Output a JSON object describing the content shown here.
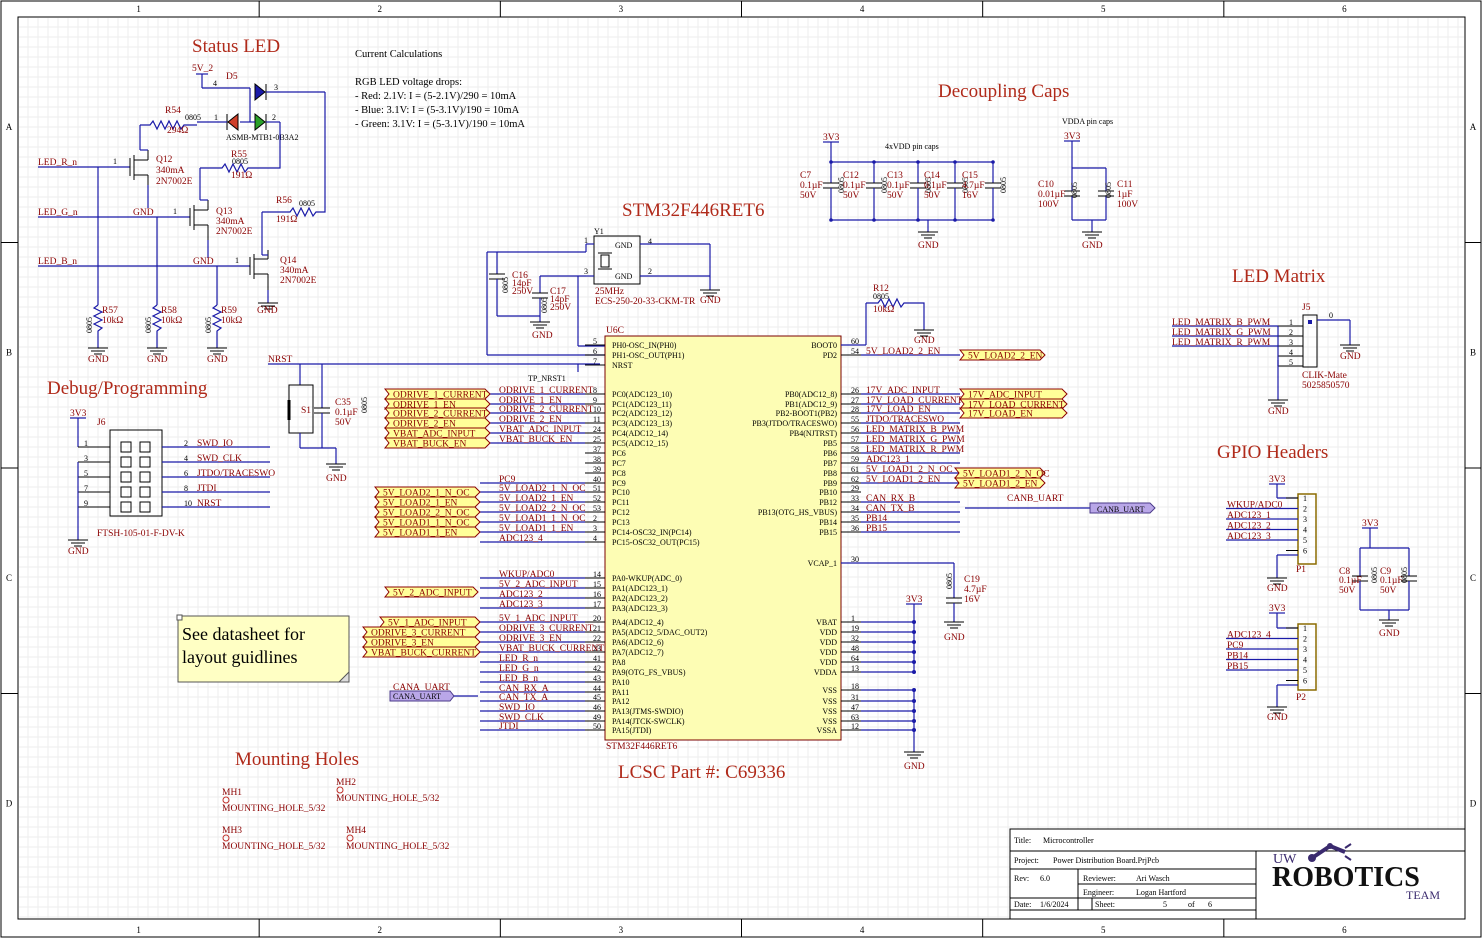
{
  "sections": {
    "status_led": "Status LED",
    "debug": "Debug/Programming",
    "decoupling": "Decoupling Caps",
    "mcu": "STM32F446RET6",
    "led_matrix": "LED Matrix",
    "gpio": "GPIO Headers",
    "mounting": "Mounting Holes",
    "lcsc": "LCSC Part #: C69336"
  },
  "notes": {
    "calc_title": "Current Calculations",
    "calc_lines": [
      "RGB LED voltage drops:",
      "- Red: 2.1V: I = (5-2.1V)/290 = 10mA",
      "- Blue: 3.1V: I = (5-3.1V)/190 = 10mA",
      "- Green: 3.1V: I = (5-3.1V)/190 = 10mA"
    ],
    "datasheet_lines": [
      "See datasheet for",
      "layout guidlines"
    ],
    "vdd_caps": "4xVDD pin caps",
    "vdda_caps": "VDDA pin caps"
  },
  "border": {
    "cols": [
      "1",
      "2",
      "3",
      "4",
      "5",
      "6"
    ],
    "rows": [
      "A",
      "B",
      "C",
      "D"
    ]
  },
  "status_led": {
    "nets": [
      "5V_2",
      "LED_R_n",
      "LED_G_n",
      "LED_B_n",
      "GND",
      "GND",
      "GND",
      "GND",
      "GND",
      "GND"
    ],
    "parts": [
      {
        "ref": "D5",
        "val": "ASMB-MTB1-0B3A2"
      },
      {
        "ref": "R54",
        "val": "294Ω",
        "pkg": "0805"
      },
      {
        "ref": "R55",
        "val": "191Ω",
        "pkg": "0805"
      },
      {
        "ref": "R56",
        "val": "191Ω",
        "pkg": "0805"
      },
      {
        "ref": "Q12",
        "val": "340mA",
        "val2": "2N7002E"
      },
      {
        "ref": "Q13",
        "val": "340mA",
        "val2": "2N7002E"
      },
      {
        "ref": "Q14",
        "val": "340mA",
        "val2": "2N7002E"
      },
      {
        "ref": "R57",
        "val": "10kΩ",
        "pkg": "0805"
      },
      {
        "ref": "R58",
        "val": "10kΩ",
        "pkg": "0805"
      },
      {
        "ref": "R59",
        "val": "10kΩ",
        "pkg": "0805"
      }
    ]
  },
  "debug": {
    "ref": "J6",
    "val": "FTSH-105-01-F-DV-K",
    "power": "3V3",
    "gnd": "GND",
    "left_pins": [
      "1",
      "3",
      "5",
      "7",
      "9"
    ],
    "right_pins": [
      "2",
      "4",
      "6",
      "8",
      "10"
    ],
    "right_nets": [
      "SWD_IO",
      "SWD_CLK",
      "JTDO/TRACESWO",
      "JTDI",
      "NRST"
    ]
  },
  "reset": {
    "nrst": "NRST",
    "tp": "TP_NRST1",
    "s1": "S1",
    "c35": {
      "ref": "C35",
      "val": "0.1µF",
      "v": "50V",
      "pkg": "0805"
    },
    "gnd": "GND"
  },
  "crystal": {
    "ref": "Y1",
    "val": "25MHz",
    "part": "ECS-250-20-33-CKM-TR",
    "pins": [
      "1",
      "GND",
      "4",
      "3",
      "GND",
      "2"
    ],
    "c16": {
      "ref": "C16",
      "val": "14pF",
      "v": "250V",
      "pkg": "0805"
    },
    "c17": {
      "ref": "C17",
      "val": "14pF",
      "v": "250V",
      "pkg": "0805"
    },
    "gnd": "GND"
  },
  "mcu": {
    "ref": "U6C",
    "part": "STM32F446RET6",
    "left": [
      {
        "pin": "5",
        "name": "PH0-OSC_IN(PH0)",
        "net": ""
      },
      {
        "pin": "6",
        "name": "PH1-OSC_OUT(PH1)",
        "net": ""
      },
      {
        "pin": "7",
        "name": "NRST",
        "net": ""
      },
      {
        "pin": "8",
        "name": "PC0(ADC123_10)",
        "net": "ODRIVE_1_CURRENT"
      },
      {
        "pin": "9",
        "name": "PC1(ADC123_11)",
        "net": "ODRIVE_1_EN"
      },
      {
        "pin": "10",
        "name": "PC2(ADC123_12)",
        "net": "ODRIVE_2_CURRENT"
      },
      {
        "pin": "11",
        "name": "PC3(ADC123_13)",
        "net": "ODRIVE_2_EN"
      },
      {
        "pin": "24",
        "name": "PC4(ADC12_14)",
        "net": "VBAT_ADC_INPUT"
      },
      {
        "pin": "25",
        "name": "PC5(ADC12_15)",
        "net": "VBAT_BUCK_EN"
      },
      {
        "pin": "37",
        "name": "PC6",
        "net": ""
      },
      {
        "pin": "38",
        "name": "PC7",
        "net": ""
      },
      {
        "pin": "39",
        "name": "PC8",
        "net": ""
      },
      {
        "pin": "40",
        "name": "PC9",
        "net": "PC9"
      },
      {
        "pin": "51",
        "name": "PC10",
        "net": "5V_LOAD2_1_N_OC"
      },
      {
        "pin": "52",
        "name": "PC11",
        "net": "5V_LOAD2_1_EN"
      },
      {
        "pin": "53",
        "name": "PC12",
        "net": "5V_LOAD2_2_N_OC"
      },
      {
        "pin": "2",
        "name": "PC13",
        "net": "5V_LOAD1_1_N_OC"
      },
      {
        "pin": "3",
        "name": "PC14-OSC32_IN(PC14)",
        "net": "5V_LOAD1_1_EN"
      },
      {
        "pin": "4",
        "name": "PC15-OSC32_OUT(PC15)",
        "net": "ADC123_4"
      },
      {
        "pin": "14",
        "name": "PA0-WKUP(ADC_0)",
        "net": "WKUP/ADC0"
      },
      {
        "pin": "15",
        "name": "PA1(ADC123_1)",
        "net": "5V_2_ADC_INPUT"
      },
      {
        "pin": "16",
        "name": "PA2(ADC123_2)",
        "net": "ADC123_2"
      },
      {
        "pin": "17",
        "name": "PA3(ADC123_3)",
        "net": "ADC123_3"
      },
      {
        "pin": "20",
        "name": "PA4(ADC12_4)",
        "net": "5V_1_ADC_INPUT"
      },
      {
        "pin": "21",
        "name": "PA5(ADC12_5/DAC_OUT2)",
        "net": "ODRIVE_3_CURRENT"
      },
      {
        "pin": "22",
        "name": "PA6(ADC12_6)",
        "net": "ODRIVE_3_EN"
      },
      {
        "pin": "23",
        "name": "PA7(ADC12_7)",
        "net": "VBAT_BUCK_CURRENT"
      },
      {
        "pin": "41",
        "name": "PA8",
        "net": "LED_R_n"
      },
      {
        "pin": "42",
        "name": "PA9(OTG_FS_VBUS)",
        "net": "LED_G_n"
      },
      {
        "pin": "43",
        "name": "PA10",
        "net": "LED_B_n"
      },
      {
        "pin": "44",
        "name": "PA11",
        "net": "CAN_RX_A"
      },
      {
        "pin": "45",
        "name": "PA12",
        "net": "CAN_TX_A"
      },
      {
        "pin": "46",
        "name": "PA13(JTMS-SWDIO)",
        "net": "SWD_IO"
      },
      {
        "pin": "49",
        "name": "PA14(JTCK-SWCLK)",
        "net": "SWD_CLK"
      },
      {
        "pin": "50",
        "name": "PA15(JTDI)",
        "net": "JTDI"
      }
    ],
    "right": [
      {
        "pin": "60",
        "name": "BOOT0",
        "net": ""
      },
      {
        "pin": "54",
        "name": "PD2",
        "net": "5V_LOAD2_2_EN"
      },
      {
        "pin": "26",
        "name": "PB0(ADC12_8)",
        "net": "17V_ADC_INPUT"
      },
      {
        "pin": "27",
        "name": "PB1(ADC12_9)",
        "net": "17V_LOAD_CURRENT"
      },
      {
        "pin": "28",
        "name": "PB2-BOOT1(PB2)",
        "net": "17V_LOAD_EN"
      },
      {
        "pin": "55",
        "name": "PB3(JTDO/TRACESWO)",
        "net": "JTDO/TRACESWO"
      },
      {
        "pin": "56",
        "name": "PB4(NJTRST)",
        "net": "LED_MATRIX_B_PWM"
      },
      {
        "pin": "57",
        "name": "PB5",
        "net": "LED_MATRIX_G_PWM"
      },
      {
        "pin": "58",
        "name": "PB6",
        "net": "LED_MATRIX_R_PWM"
      },
      {
        "pin": "59",
        "name": "PB7",
        "net": "ADC123_1"
      },
      {
        "pin": "61",
        "name": "PB8",
        "net": "5V_LOAD1_2_N_OC"
      },
      {
        "pin": "62",
        "name": "PB9",
        "net": "5V_LOAD1_2_EN"
      },
      {
        "pin": "29",
        "name": "PB10",
        "net": ""
      },
      {
        "pin": "33",
        "name": "PB12",
        "net": "CAN_RX_B"
      },
      {
        "pin": "34",
        "name": "PB13(OTG_HS_VBUS)",
        "net": "CAN_TX_B"
      },
      {
        "pin": "35",
        "name": "PB14",
        "net": "PB14"
      },
      {
        "pin": "36",
        "name": "PB15",
        "net": "PB15"
      },
      {
        "pin": "30",
        "name": "VCAP_1",
        "net": ""
      },
      {
        "pin": "1",
        "name": "VBAT",
        "net": ""
      },
      {
        "pin": "19",
        "name": "VDD",
        "net": ""
      },
      {
        "pin": "32",
        "name": "VDD",
        "net": ""
      },
      {
        "pin": "48",
        "name": "VDD",
        "net": ""
      },
      {
        "pin": "64",
        "name": "VDD",
        "net": ""
      },
      {
        "pin": "13",
        "name": "VDDA",
        "net": ""
      },
      {
        "pin": "18",
        "name": "VSS",
        "net": ""
      },
      {
        "pin": "31",
        "name": "VSS",
        "net": ""
      },
      {
        "pin": "47",
        "name": "VSS",
        "net": ""
      },
      {
        "pin": "63",
        "name": "VSS",
        "net": ""
      },
      {
        "pin": "12",
        "name": "VSSA",
        "net": ""
      }
    ]
  },
  "mcu_aux": {
    "r12": {
      "ref": "R12",
      "val": "10kΩ",
      "pkg": "0805"
    },
    "c19": {
      "ref": "C19",
      "val": "4.7µF",
      "v": "16V",
      "pkg": "0805"
    },
    "vdd_power": "3V3",
    "gnd": "GND"
  },
  "left_ports": [
    "ODRIVE_1_CURRENT",
    "ODRIVE_1_EN",
    "ODRIVE_2_CURRENT",
    "ODRIVE_2_EN",
    "VBAT_ADC_INPUT",
    "VBAT_BUCK_EN",
    "5V_LOAD2_1_N_OC",
    "5V_LOAD2_1_EN",
    "5V_LOAD2_2_N_OC",
    "5V_LOAD1_1_N_OC",
    "5V_LOAD1_1_EN",
    "5V_2_ADC_INPUT",
    "5V_1_ADC_INPUT",
    "ODRIVE_3_CURRENT",
    "ODRIVE_3_EN",
    "VBAT_BUCK_CURRENT"
  ],
  "right_ports": [
    "5V_LOAD2_2_EN",
    "17V_ADC_INPUT",
    "17V_LOAD_CURRENT",
    "17V_LOAD_EN",
    "5V_LOAD1_2_N_OC",
    "5V_LOAD1_2_EN"
  ],
  "can": {
    "cana_uart": "CANA_UART",
    "canb_uart": "CANB_UART"
  },
  "decoupling": {
    "power": "3V3",
    "gnd": "GND",
    "vdd_caps": [
      {
        "ref": "C7",
        "val": "0.1µF",
        "v": "50V",
        "pkg": "0805"
      },
      {
        "ref": "C12",
        "val": "0.1µF",
        "v": "50V",
        "pkg": "0805"
      },
      {
        "ref": "C13",
        "val": "0.1µF",
        "v": "50V",
        "pkg": "0805"
      },
      {
        "ref": "C14",
        "val": "0.1µF",
        "v": "50V",
        "pkg": "0805"
      },
      {
        "ref": "C15",
        "val": "4.7µF",
        "v": "16V",
        "pkg": "0805"
      }
    ],
    "vdda_caps": [
      {
        "ref": "C10",
        "val": "0.01µF",
        "v": "100V",
        "pkg": "0805"
      },
      {
        "ref": "C11",
        "val": "1µF",
        "v": "100V",
        "pkg": "0805"
      }
    ]
  },
  "led_matrix": {
    "ref": "J5",
    "part": "CLIK-Mate",
    "part2": "5025850570",
    "nets": [
      "LED_MATRIX_B_PWM",
      "LED_MATRIX_G_PWM",
      "LED_MATRIX_R_PWM"
    ],
    "pins": [
      "1",
      "2",
      "3",
      "4",
      "5",
      "0"
    ],
    "gnd": "GND"
  },
  "gpio": {
    "p1": {
      "ref": "P1",
      "power": "3V3",
      "nets": [
        "WKUP/ADC0",
        "ADC123_1",
        "ADC123_2",
        "ADC123_3"
      ],
      "pins": [
        "1",
        "2",
        "3",
        "4",
        "5",
        "6"
      ]
    },
    "p2": {
      "ref": "P2",
      "power": "3V3",
      "nets": [
        "ADC123_4",
        "PC9",
        "PB14",
        "PB15"
      ],
      "pins": [
        "1",
        "2",
        "3",
        "4",
        "5",
        "6"
      ]
    },
    "c8": {
      "ref": "C8",
      "val": "0.1µF",
      "v": "50V",
      "pkg": "0805"
    },
    "c9": {
      "ref": "C9",
      "val": "0.1µF",
      "v": "50V",
      "pkg": "0805"
    },
    "cap_power": "3V3",
    "gnd": "GND"
  },
  "mounting_holes": [
    {
      "ref": "MH1",
      "val": "MOUNTING_HOLE_5/32"
    },
    {
      "ref": "MH2",
      "val": "MOUNTING_HOLE_5/32"
    },
    {
      "ref": "MH3",
      "val": "MOUNTING_HOLE_5/32"
    },
    {
      "ref": "MH4",
      "val": "MOUNTING_HOLE_5/32"
    }
  ],
  "title_block": {
    "title_label": "Title:",
    "title": "Microcontroller",
    "project_label": "Project:",
    "project": "Power Distribution Board.PrjPcb",
    "rev_label": "Rev:",
    "rev": "6.0",
    "reviewer_label": "Reviewer:",
    "reviewer": "Ari Wasch",
    "engineer_label": "Engineer:",
    "engineer": "Logan Hartford",
    "date_label": "Date:",
    "date": "1/6/2024",
    "sheet_label": "Sheet:",
    "sheet": "5",
    "of_label": "of",
    "sheets": "6",
    "logo_top": "UW",
    "logo_main": "ROBOTICS",
    "logo_sub": "TEAM"
  },
  "colors": {
    "wire": "#1a1aa8",
    "label": "#8b0000",
    "title": "#b02a1a",
    "body": "#fdfdb4",
    "port": "#ffff99",
    "port_uart": "#b9a7e8"
  }
}
